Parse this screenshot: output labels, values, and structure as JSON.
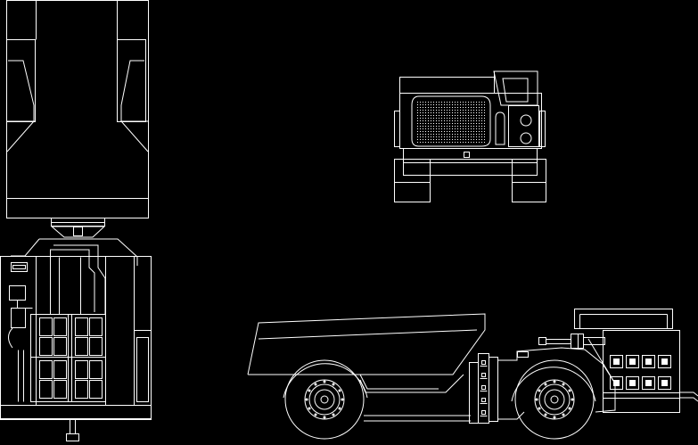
{
  "drawing": {
    "background_color": "#000000",
    "line_color": "#ffffff",
    "views": [
      {
        "view": "top",
        "subject": "mining-dump-truck"
      },
      {
        "view": "front",
        "subject": "mining-dump-truck"
      },
      {
        "view": "side",
        "subject": "mining-dump-truck"
      }
    ]
  }
}
